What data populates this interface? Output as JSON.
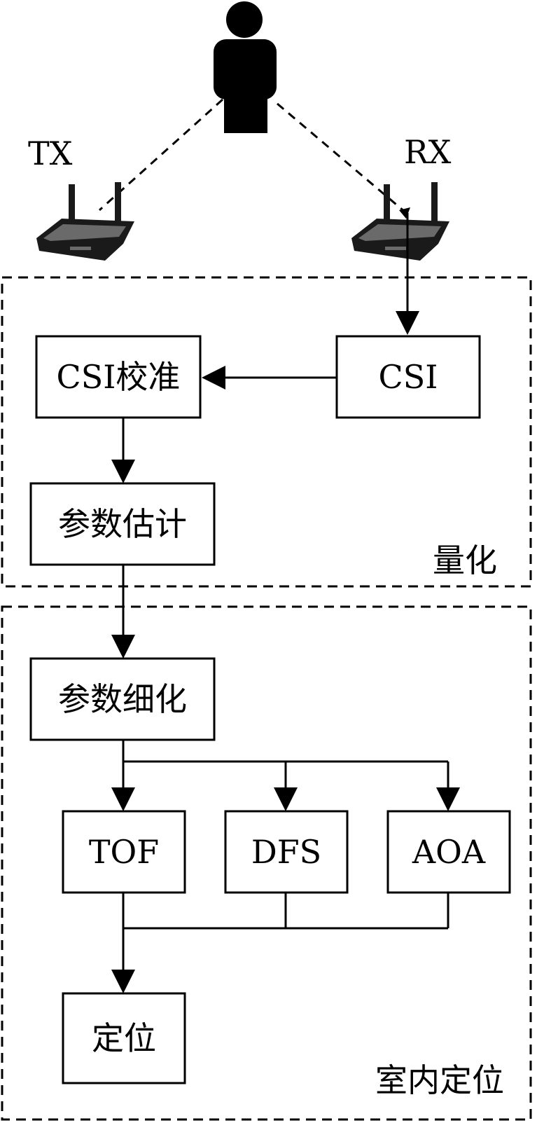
{
  "signal": {
    "tx_label": "TX",
    "rx_label": "RX"
  },
  "groups": {
    "quantization_label": "量化",
    "localization_label": "室内定位"
  },
  "boxes": {
    "csi": "CSI",
    "csi_calibration": "CSI校准",
    "parameter_estimation": "参数估计",
    "parameter_refinement": "参数细化",
    "tof": "TOF",
    "dfs": "DFS",
    "aoa": "AOA",
    "localization": "定位"
  },
  "icons": {
    "person": "person-icon",
    "tx_router": "wifi-router-icon",
    "rx_router": "wifi-router-icon"
  }
}
